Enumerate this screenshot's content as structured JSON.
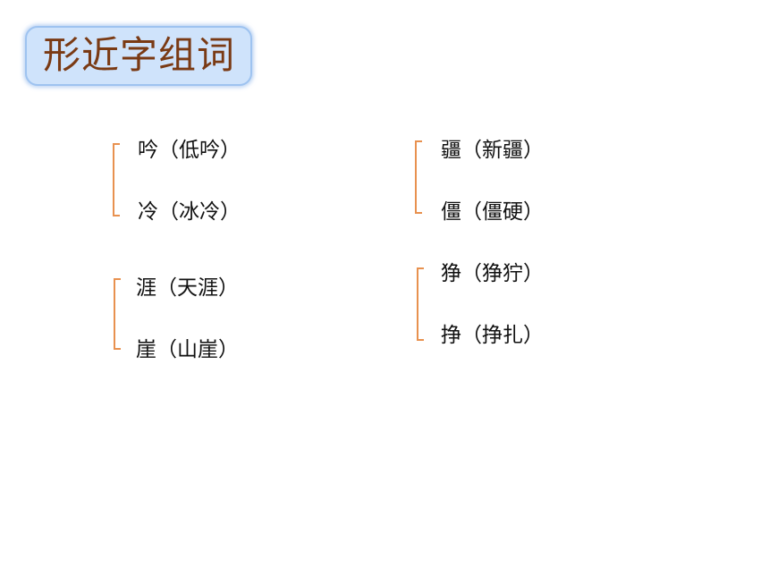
{
  "title": "形近字组词",
  "groups": [
    {
      "items": [
        {
          "text": "吟（低吟）"
        },
        {
          "text": "冷（冰冷）"
        }
      ]
    },
    {
      "items": [
        {
          "text": "涯（天涯）"
        },
        {
          "text": "崖（山崖）"
        }
      ]
    },
    {
      "items": [
        {
          "text": "疆（新疆）"
        },
        {
          "text": "僵（僵硬）"
        }
      ]
    },
    {
      "items": [
        {
          "text": "狰（狰狞）"
        },
        {
          "text": "挣（挣扎）"
        }
      ]
    }
  ],
  "colors": {
    "title_text": "#7a3a14",
    "title_bg": "#cfe3fb",
    "title_border": "#9ec3f0",
    "bracket": "#e8914f"
  }
}
